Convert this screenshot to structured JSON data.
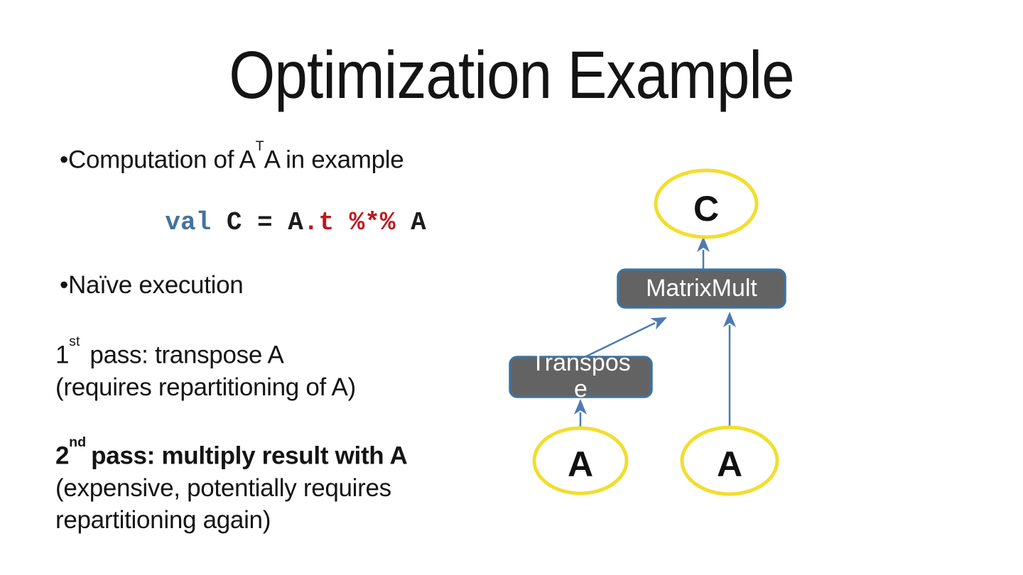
{
  "slide": {
    "title": "Optimization Example",
    "bullet_char": "•",
    "bullet1": {
      "pre": "Computation of A",
      "sup": "T",
      "post": "A in example"
    },
    "code": {
      "segments": [
        {
          "text": "val ",
          "color": "#44739E"
        },
        {
          "text": "C = A",
          "color": "#1B1B1B"
        },
        {
          "text": ".t %*%",
          "color": "#C0161C"
        },
        {
          "text": " A",
          "color": "#1B1B1B"
        }
      ]
    },
    "bullet2": "Naïve execution",
    "pass1": {
      "num": "1",
      "ord": "st",
      "rest": "pass: transpose A",
      "line2": "(requires repartitioning of A)"
    },
    "pass2": {
      "num": "2",
      "ord": "nd",
      "rest": "pass: multiply result with A",
      "line2": "(expensive, potentially requires",
      "line3": "repartitioning again)"
    },
    "diagram": {
      "nodes": {
        "c": {
          "label": "C"
        },
        "matrixmult": {
          "label": "MatrixMult"
        },
        "transpose": {
          "label": "Transpose",
          "display_lines": [
            "Transpos",
            "e"
          ]
        },
        "a_left": {
          "label": "A"
        },
        "a_right": {
          "label": "A"
        }
      },
      "colors": {
        "ellipse_stroke_yellow": "#F2DE2E",
        "node_fill_gray": "#636363",
        "node_border_blue": "#41719C",
        "arrow_blue": "#4C7AB4",
        "node_text": "#FFFFFF"
      }
    },
    "colors": {
      "background": "#FFFFFF",
      "text": "#141414"
    }
  }
}
